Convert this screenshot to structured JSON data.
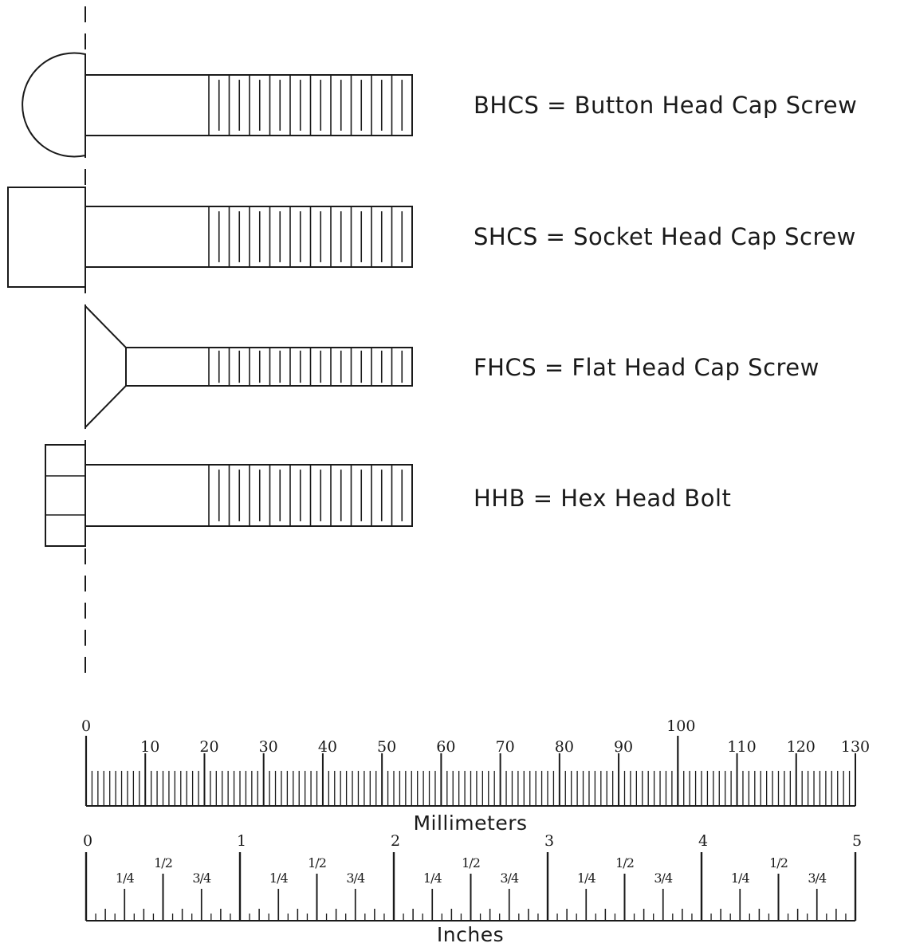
{
  "screws": [
    {
      "id": "bhcs",
      "head": "button",
      "label": "BHCS = Button Head Cap Screw"
    },
    {
      "id": "shcs",
      "head": "socket",
      "label": "SHCS = Socket Head Cap Screw"
    },
    {
      "id": "fhcs",
      "head": "flat",
      "label": "FHCS = Flat Head Cap Screw"
    },
    {
      "id": "hhb",
      "head": "hex",
      "label": "HHB = Hex Head Bolt"
    }
  ],
  "rulers": {
    "millimeters": {
      "title": "Millimeters",
      "min": 0,
      "max": 130,
      "major_labels": [
        "0",
        "10",
        "20",
        "30",
        "40",
        "50",
        "60",
        "70",
        "80",
        "90",
        "100",
        "110",
        "120",
        "130"
      ]
    },
    "inches": {
      "title": "Inches",
      "min": 0,
      "max": 5,
      "whole_labels": [
        "0",
        "1",
        "2",
        "3",
        "4",
        "5"
      ],
      "fraction_labels": [
        "1/4",
        "1/2",
        "3/4"
      ]
    }
  },
  "colors": {
    "ink": "#1a1a1a",
    "background": "#ffffff"
  }
}
